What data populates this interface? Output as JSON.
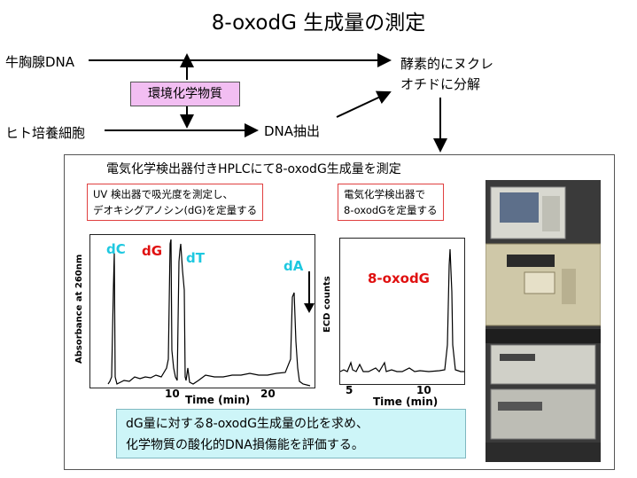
{
  "title": "8-oxodG 生成量の測定",
  "flow": {
    "bovine_dna": "牛胸腺DNA",
    "env_chemical": "環境化学物質",
    "human_cells": "ヒト培養細胞",
    "dna_extraction": "DNA抽出",
    "enzymatic_line1": "酵素的にヌクレ",
    "enzymatic_line2": "オチドに分解"
  },
  "box": {
    "title": "電気化学検出器付きHPLCにて8-oxodG生成量を測定",
    "uv_note_line1": "UV 検出器で吸光度を測定し、",
    "uv_note_line2": "デオキシグアノシン(dG)を定量する",
    "ecd_note_line1": "電気化学検出器で",
    "ecd_note_line2": "8-oxodGを定量する"
  },
  "uv_plot": {
    "ylabel": "Absorbance at 260nm",
    "xlabel": "Time (min)",
    "ticks": [
      "10",
      "20"
    ],
    "peaks": [
      {
        "label": "dC",
        "color": "#1ec8e0"
      },
      {
        "label": "dG",
        "color": "#e01010"
      },
      {
        "label": "dT",
        "color": "#1ec8e0"
      },
      {
        "label": "dA",
        "color": "#1ec8e0"
      }
    ]
  },
  "ecd_plot": {
    "ylabel": "ECD counts",
    "xlabel": "Time (min)",
    "ticks": [
      "5",
      "10"
    ],
    "peak_label": "8-oxodG",
    "peak_color": "#e01010"
  },
  "summary": {
    "line1": "dG量に対する8-oxodG生成量の比を求め、",
    "line2": "化学物質の酸化的DNA損傷能を評価する。"
  }
}
